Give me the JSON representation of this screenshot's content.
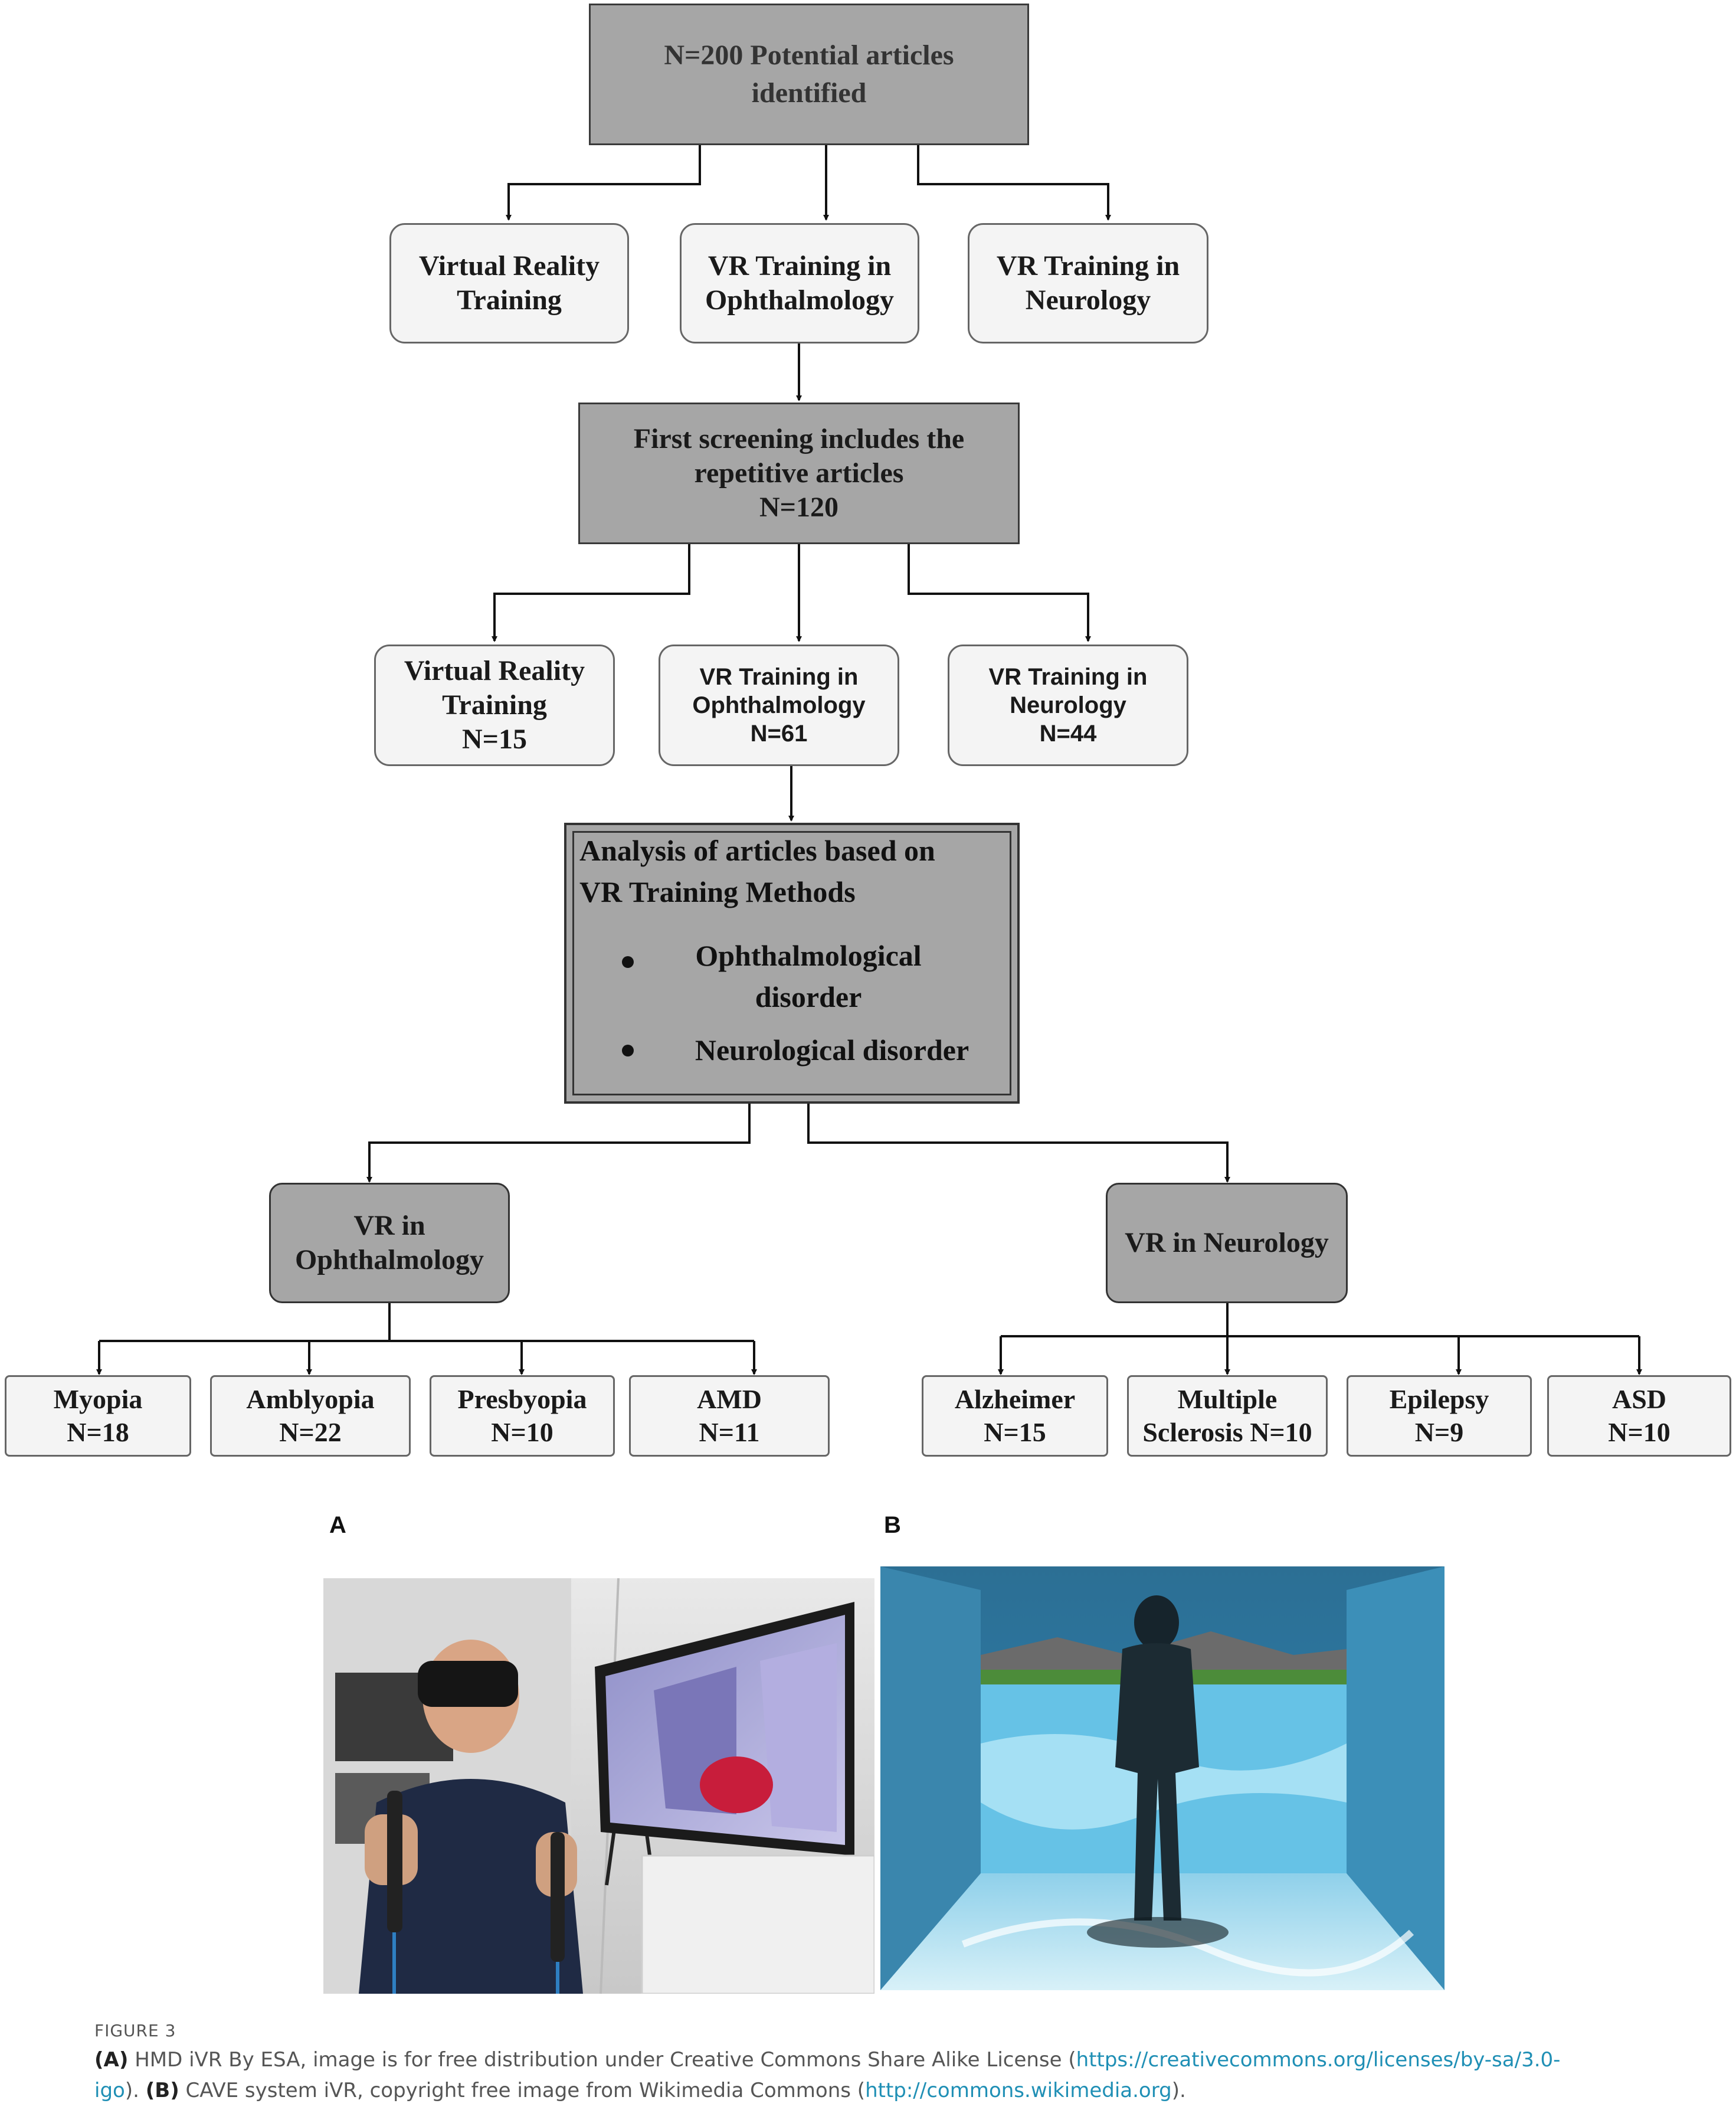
{
  "flowchart": {
    "top": {
      "line1": "N=200 Potential articles",
      "line2": "identified"
    },
    "level1": [
      {
        "line1": "Virtual Reality",
        "line2": "Training"
      },
      {
        "line1": "VR Training in",
        "line2": "Ophthalmology"
      },
      {
        "line1": "VR Training in",
        "line2": "Neurology"
      }
    ],
    "screening": {
      "line1": "First screening includes the",
      "line2": "repetitive articles",
      "line3": "N=120"
    },
    "level2": [
      {
        "line1": "Virtual Reality",
        "line2": "Training",
        "line3": "N=15"
      },
      {
        "line1": "VR Training in",
        "line2": "Ophthalmology",
        "line3": "N=61"
      },
      {
        "line1": "VR Training in",
        "line2": "Neurology",
        "line3": "N=44"
      }
    ],
    "analysis": {
      "title_line1": "Analysis of articles based on",
      "title_line2": "VR Training Methods",
      "bullet1_line1": "Ophthalmological",
      "bullet1_line2": "disorder",
      "bullet2": "Neurological disorder"
    },
    "ophthalmology": {
      "line1": "VR in",
      "line2": "Ophthalmology"
    },
    "neurology": {
      "label": "VR in Neurology"
    },
    "ophthalmology_leaves": [
      {
        "line1": "Myopia",
        "line2": "N=18"
      },
      {
        "line1": "Amblyopia",
        "line2": "N=22"
      },
      {
        "line1": "Presbyopia",
        "line2": "N=10"
      },
      {
        "line1": "AMD",
        "line2": "N=11"
      }
    ],
    "neurology_leaves": [
      {
        "line1": "Alzheimer",
        "line2": "N=15"
      },
      {
        "line1": "Multiple",
        "line2": "Sclerosis N=10"
      },
      {
        "line1": "Epilepsy",
        "line2": "N=9"
      },
      {
        "line1": "ASD",
        "line2": "N=10"
      }
    ]
  },
  "panels": {
    "a_label": "A",
    "b_label": "B"
  },
  "caption": {
    "figure": "FIGURE 3",
    "a_tag": "(A)",
    "a_text": "HMD iVR By ESA, image is for free distribution under Creative Commons Share Alike License (",
    "a_link_part1": "https://creativecommons.org/licenses/by-sa/3.0-",
    "a_link_part2": "igo",
    "a_close": ").",
    "b_tag": "(B)",
    "b_text": "CAVE system iVR, copyright free image from Wikimedia Commons (",
    "b_link": "http://commons.wikimedia.org",
    "b_close": ")."
  },
  "colors": {
    "box_gray": "#a6a6a6",
    "box_light": "#f4f4f4",
    "link": "#1f8fb5"
  }
}
